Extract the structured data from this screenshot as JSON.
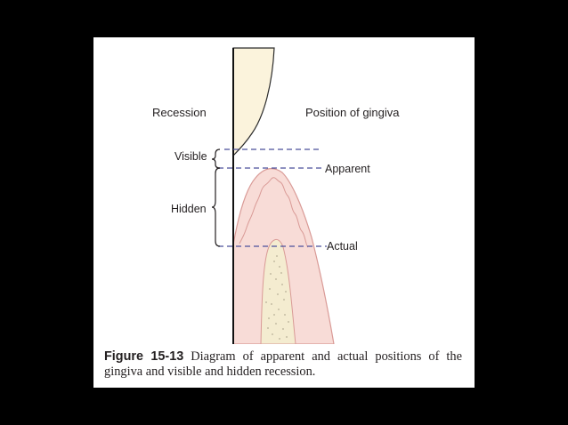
{
  "figure": {
    "headers": {
      "left": "Recession",
      "right": "Position of gingiva"
    },
    "recession_labels": {
      "visible": "Visible",
      "hidden": "Hidden"
    },
    "gingiva_positions": {
      "apparent": "Apparent",
      "actual": "Actual"
    },
    "caption": {
      "number": "Figure 15-13",
      "text": "Diagram of apparent and actual positions of the gingiva and visible and hidden recession."
    },
    "colors": {
      "page_background": "#000000",
      "enamel": "#fbf3dc",
      "gingiva_fill": "#f8dcd7",
      "gingiva_outline": "#d99a96",
      "bone": "#f4ecd0",
      "guide_lines": "#4b4f9b",
      "ink": "#231f20"
    }
  }
}
